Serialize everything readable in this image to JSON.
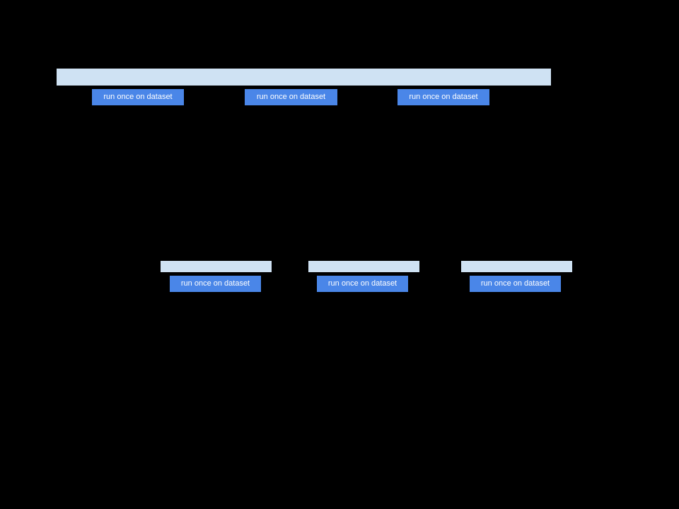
{
  "diagram": {
    "background_color": "#000000",
    "bar_color": "#cfe2f3",
    "button_color": "#4a86e8",
    "button_text_color": "#ffffff",
    "top_section": {
      "buttons": [
        {
          "label": "run once on dataset"
        },
        {
          "label": "run once on dataset"
        },
        {
          "label": "run once on dataset"
        }
      ]
    },
    "middle_section": {
      "buttons": [
        {
          "label": "run once on dataset"
        },
        {
          "label": "run once on dataset"
        },
        {
          "label": "run once on dataset"
        }
      ]
    }
  }
}
